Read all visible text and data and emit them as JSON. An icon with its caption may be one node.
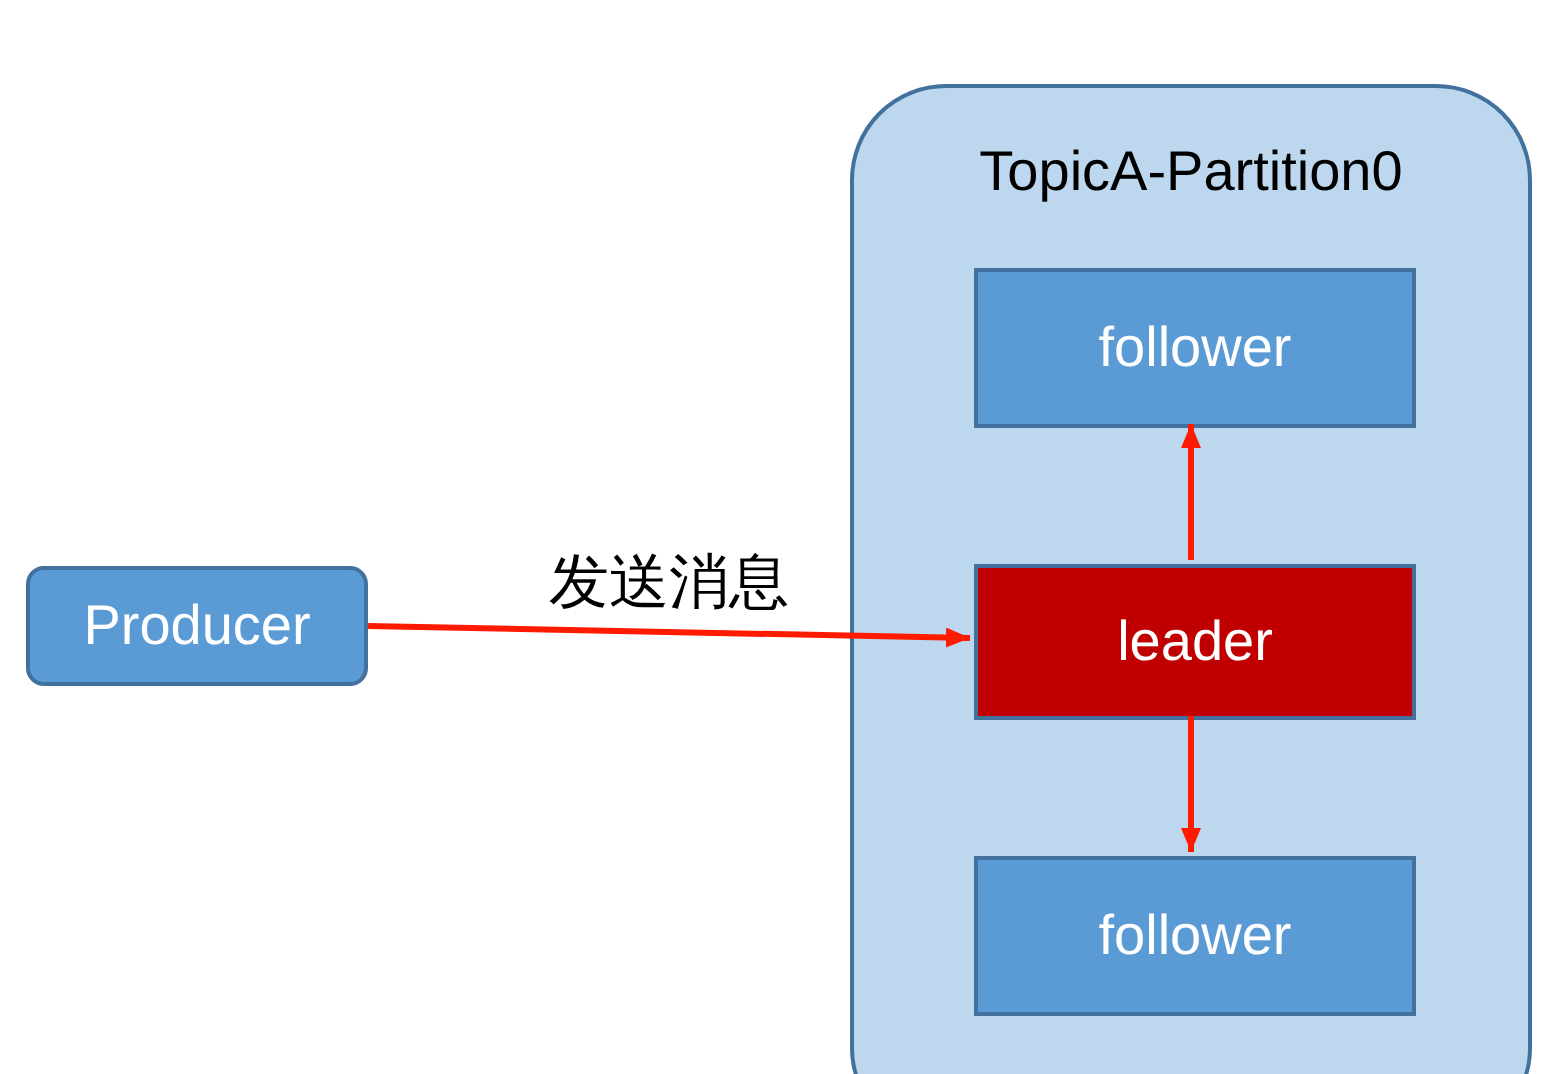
{
  "diagram": {
    "nodes": [
      {
        "text": [
          "Producer"
        ]
      },
      {
        "text": [
          "TopicA-Partition0"
        ]
      },
      {
        "text": [
          "follower"
        ],
        "in": 1
      },
      {
        "text": [
          "leader"
        ],
        "in": 1
      },
      {
        "text": [
          "follower"
        ],
        "in": 1
      }
    ],
    "edges": [
      {
        "from": 0,
        "to": 3,
        "arrow": "to",
        "label": "发送消息"
      },
      {
        "from": 3,
        "to": 2,
        "arrow": "to"
      },
      {
        "from": 3,
        "to": 4,
        "arrow": "to"
      }
    ]
  }
}
